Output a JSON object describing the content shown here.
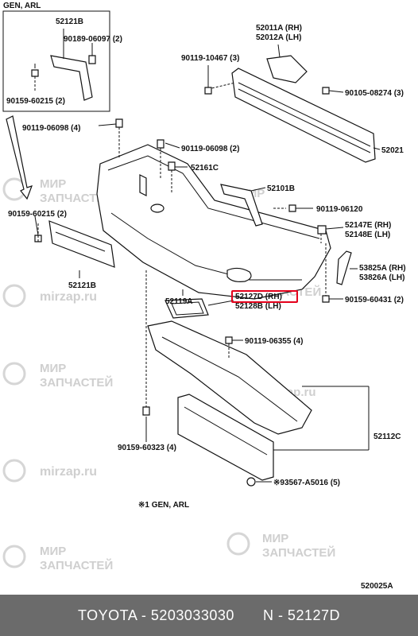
{
  "diagram": {
    "inset_title": "GEN, ARL",
    "note_label": "※1 GEN, ARL",
    "ref_code": "520025A",
    "highlight_color": "#e4001b",
    "labels": [
      {
        "id": "p-52121b-top",
        "text": "52121B"
      },
      {
        "id": "p-90189-06097",
        "text": "90189-06097 (2)"
      },
      {
        "id": "p-90159-60215-top",
        "text": "90159-60215 (2)"
      },
      {
        "id": "p-90119-06098-4",
        "text": "90119-06098 (4)"
      },
      {
        "id": "p-90119-06098-2",
        "text": "90119-06098 (2)"
      },
      {
        "id": "p-52161c",
        "text": "52161C"
      },
      {
        "id": "p-52011a",
        "text": "52011A (RH)"
      },
      {
        "id": "p-52012a",
        "text": "52012A (LH)"
      },
      {
        "id": "p-90119-10467",
        "text": "90119-10467 (3)"
      },
      {
        "id": "p-90105-08274",
        "text": "90105-08274 (3)"
      },
      {
        "id": "p-52021",
        "text": "52021"
      },
      {
        "id": "p-52101b",
        "text": "52101B"
      },
      {
        "id": "p-90119-06120",
        "text": "90119-06120"
      },
      {
        "id": "p-90159-60215-mid",
        "text": "90159-60215 (2)"
      },
      {
        "id": "p-52147e",
        "text": "52147E (RH)"
      },
      {
        "id": "p-52148e",
        "text": "52148E (LH)"
      },
      {
        "id": "p-53825a",
        "text": "53825A (RH)"
      },
      {
        "id": "p-53826a",
        "text": "53826A (LH)"
      },
      {
        "id": "p-52121b-bottom",
        "text": "52121B"
      },
      {
        "id": "p-52119a",
        "text": "52119A"
      },
      {
        "id": "p-52127d",
        "text": "52127D (RH)"
      },
      {
        "id": "p-52128b",
        "text": "52128B (LH)"
      },
      {
        "id": "p-90159-60431",
        "text": "90159-60431 (2)"
      },
      {
        "id": "p-90119-06355",
        "text": "90119-06355 (4)"
      },
      {
        "id": "p-52112c",
        "text": "52112C"
      },
      {
        "id": "p-90159-60323",
        "text": "90159-60323 (4)"
      },
      {
        "id": "p-93567",
        "text": "※93567-A5016 (5)"
      }
    ]
  },
  "watermark": {
    "line1": "МИР",
    "line2": "ЗАПЧАСТЕЙ",
    "site": "mirzap.ru"
  },
  "footer": {
    "brand_code": "TOYOTA - 5203033030",
    "part_number": "N - 52127D"
  }
}
